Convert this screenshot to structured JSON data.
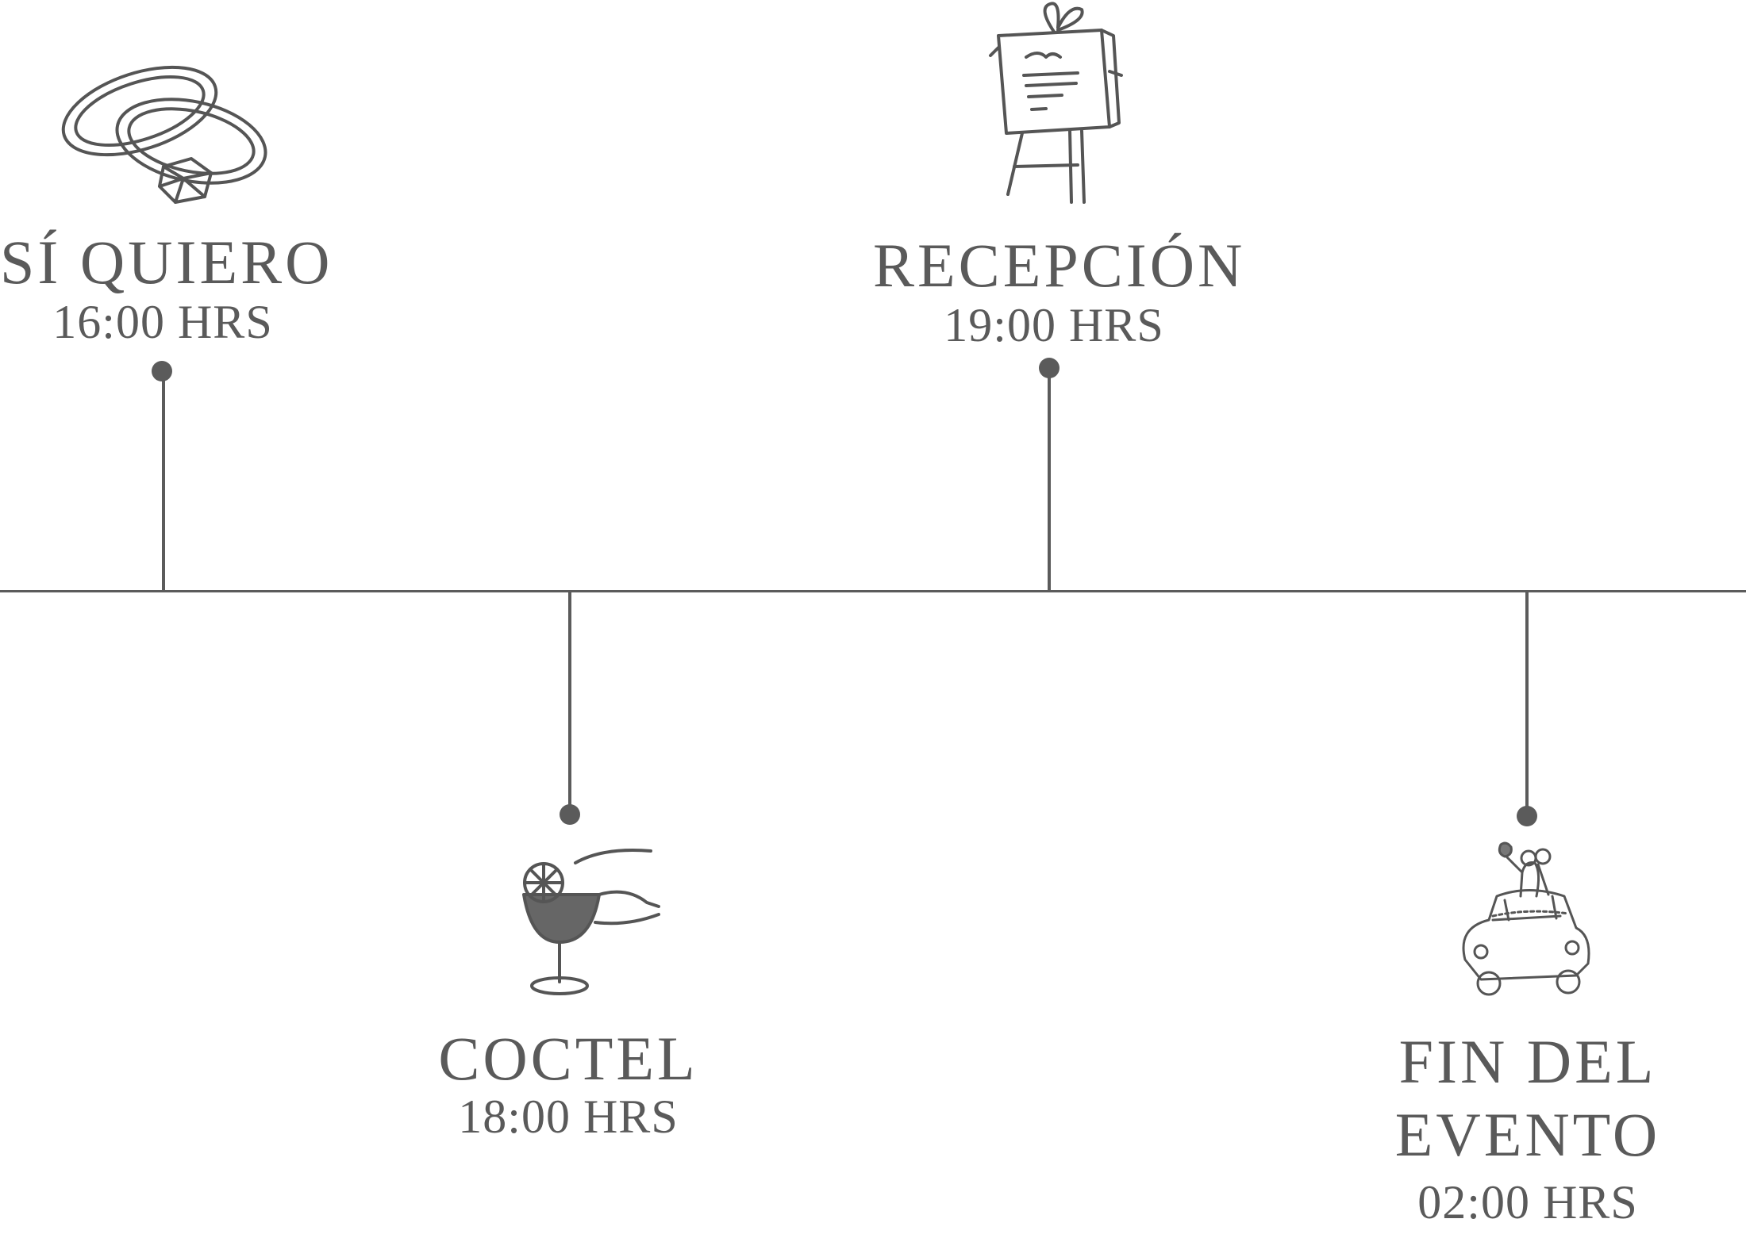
{
  "events": [
    {
      "title": "SÍ QUIERO",
      "time": "16:00",
      "unit": "HRS",
      "icon": "wedding-rings-icon"
    },
    {
      "title": "COCTEL",
      "time": "18:00",
      "unit": "HRS",
      "icon": "cocktail-glass-icon"
    },
    {
      "title": "RECEPCIÓN",
      "time": "19:00",
      "unit": "HRS",
      "icon": "menu-easel-icon"
    },
    {
      "title_line1": "FIN DEL",
      "title_line2": "EVENTO",
      "time": "02:00",
      "unit": "HRS",
      "icon": "wedding-car-icon"
    }
  ],
  "colors": {
    "line": "#5b5b5b",
    "text": "#5a5a5a",
    "icon_stroke": "#555555"
  }
}
